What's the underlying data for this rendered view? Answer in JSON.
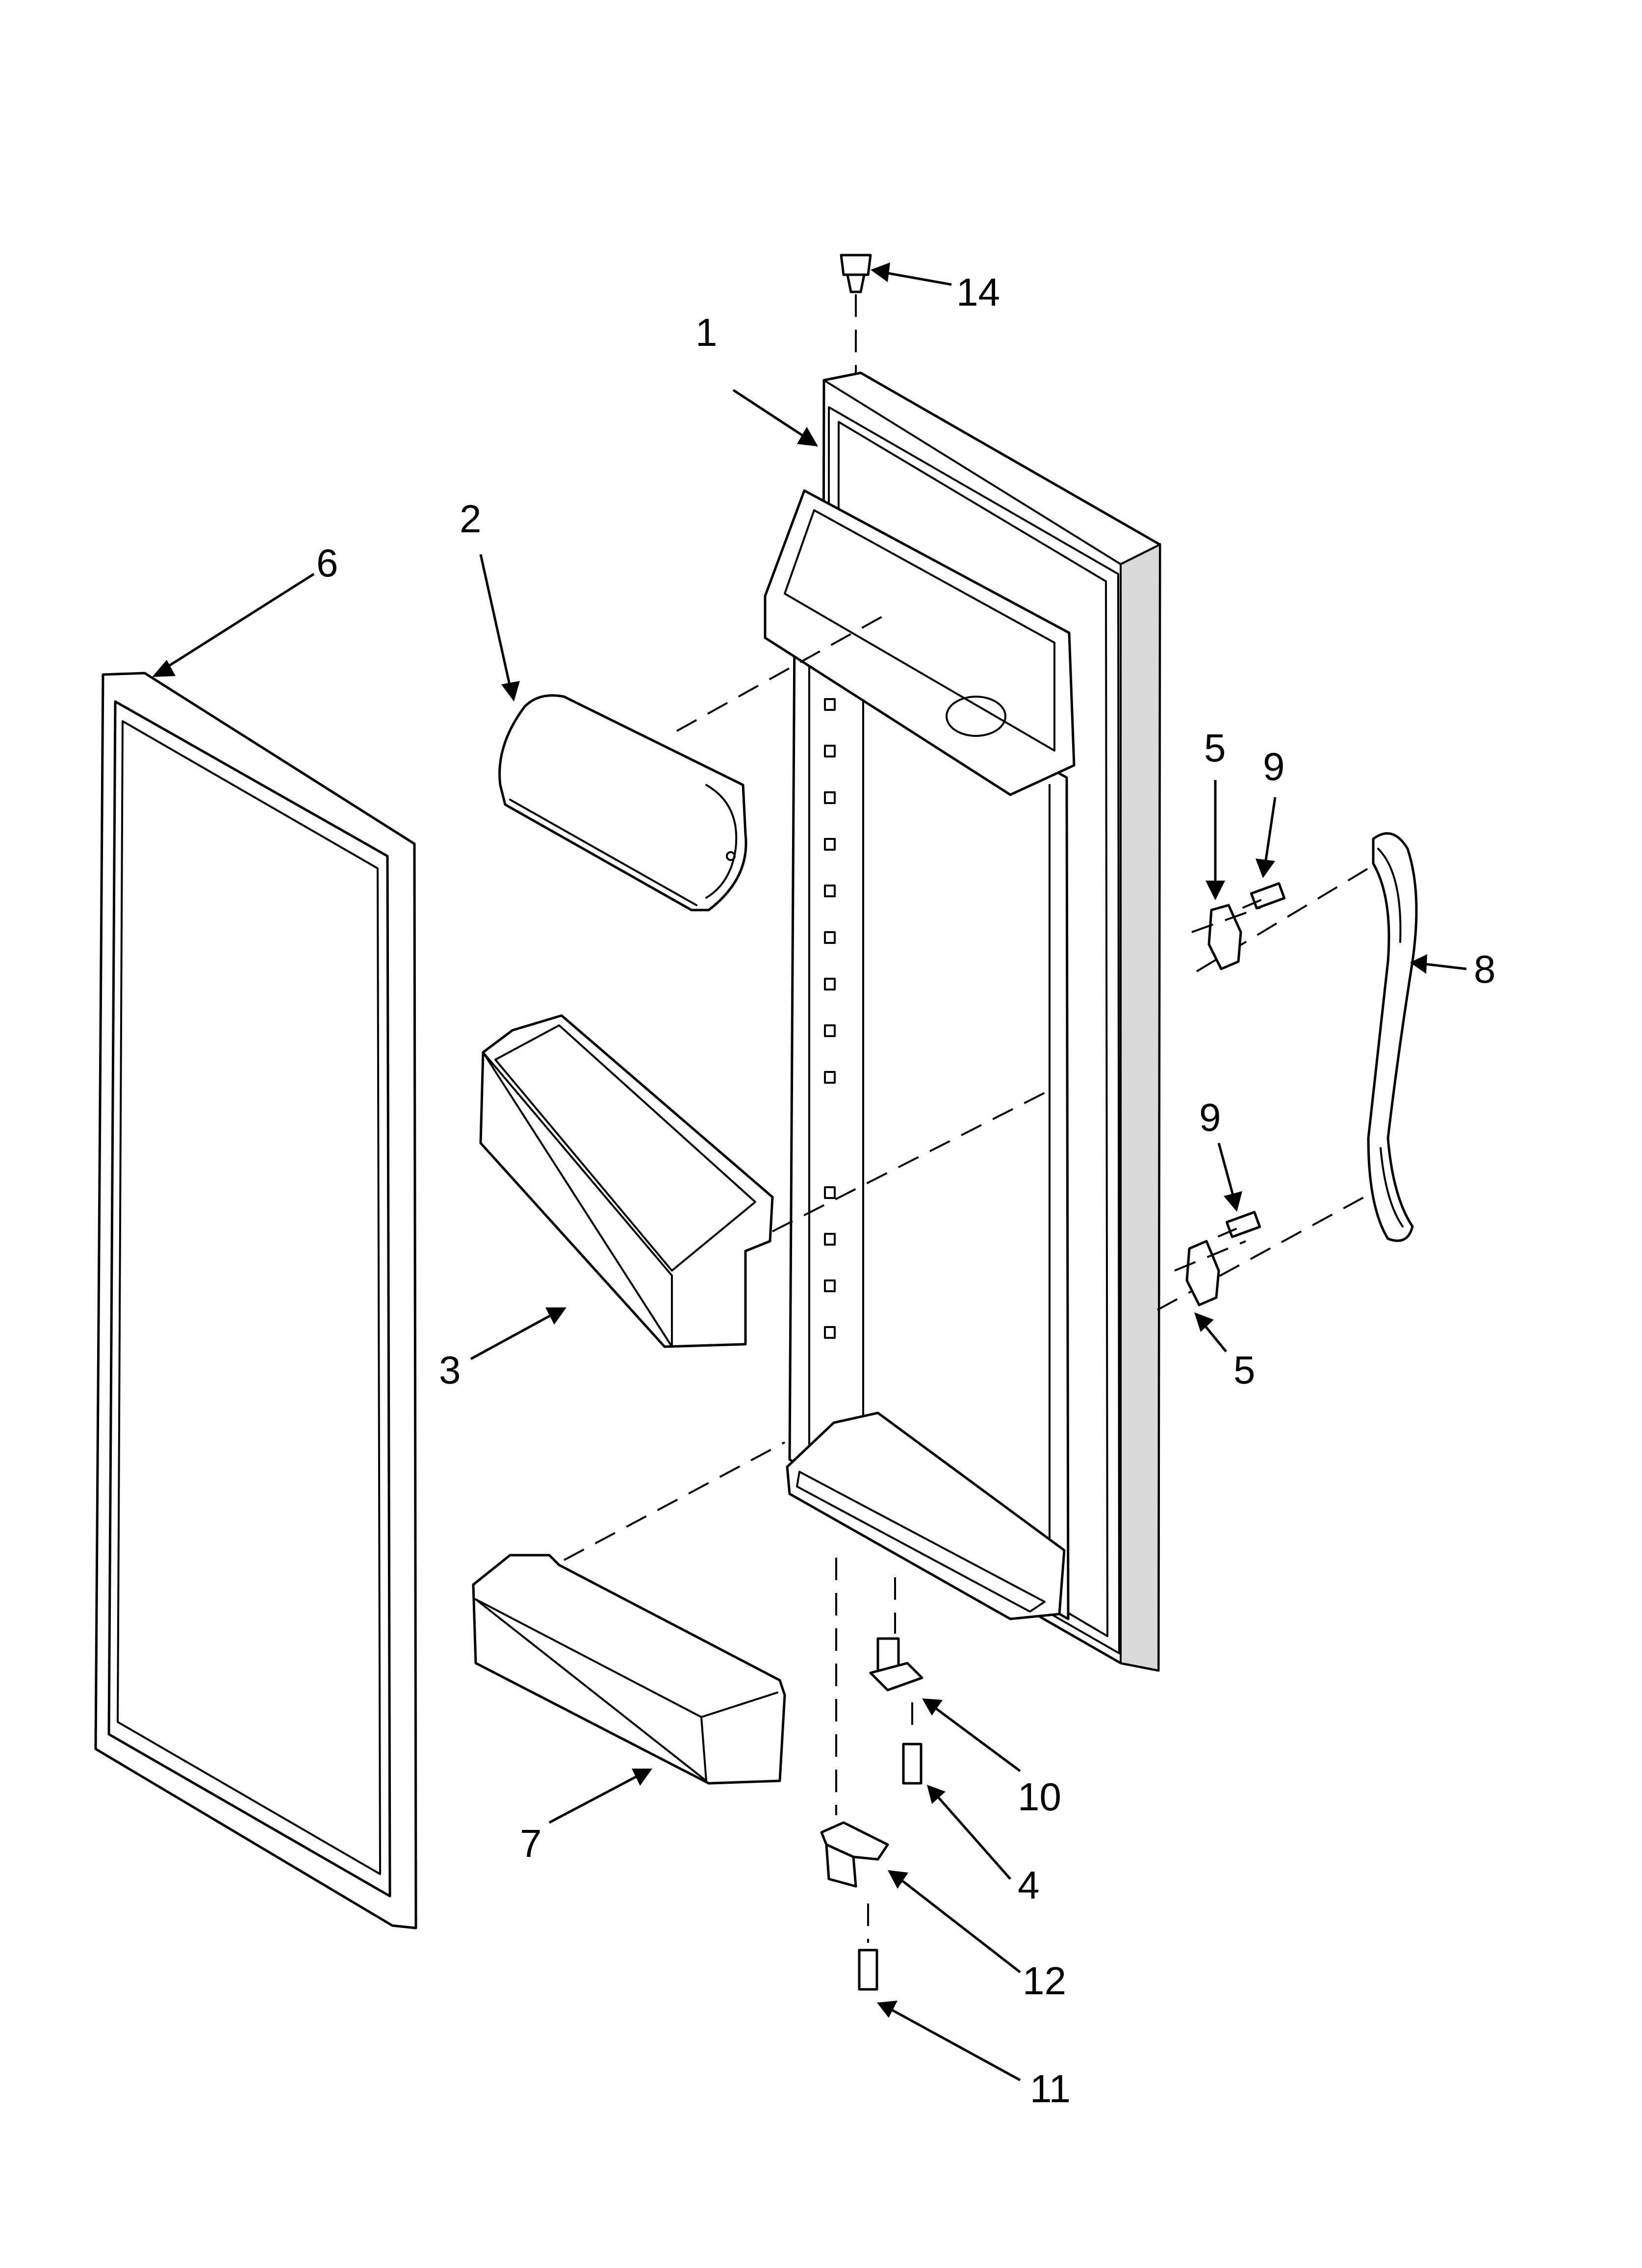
{
  "callouts": [
    {
      "id": "c14",
      "label": "14"
    },
    {
      "id": "c1",
      "label": "1"
    },
    {
      "id": "c2",
      "label": "2"
    },
    {
      "id": "c6",
      "label": "6"
    },
    {
      "id": "c5a",
      "label": "5"
    },
    {
      "id": "c9a",
      "label": "9"
    },
    {
      "id": "c8",
      "label": "8"
    },
    {
      "id": "c9b",
      "label": "9"
    },
    {
      "id": "c3",
      "label": "3"
    },
    {
      "id": "c5b",
      "label": "5"
    },
    {
      "id": "c10",
      "label": "10"
    },
    {
      "id": "c4",
      "label": "4"
    },
    {
      "id": "c7",
      "label": "7"
    },
    {
      "id": "c12",
      "label": "12"
    },
    {
      "id": "c11",
      "label": "11"
    }
  ]
}
